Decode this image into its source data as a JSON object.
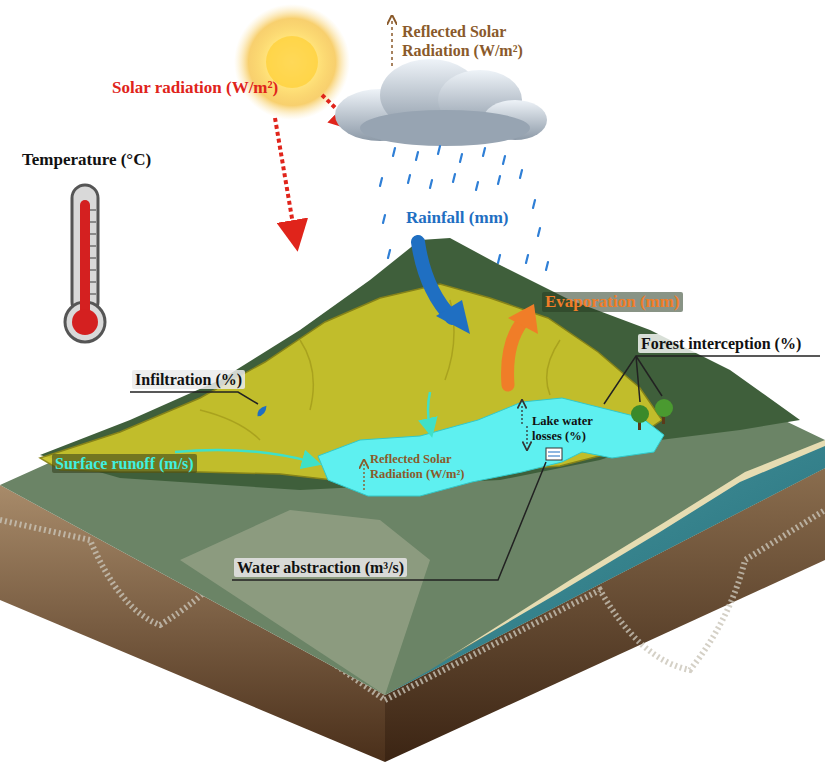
{
  "diagram": {
    "labels": [
      "Solar radiation (W/m²)",
      "Reflected Solar Radiation (W/m²)",
      "Temperature (°C)",
      "Rainfall (mm)",
      "Evaporation (mm)",
      "Infiltration (%)",
      "Forest interception (%)",
      "Surface runoff (m/s)",
      "Reflected Solar Radiation (W/m²)",
      "Lake water losses (%)",
      "Water abstraction (m³/s)"
    ]
  }
}
